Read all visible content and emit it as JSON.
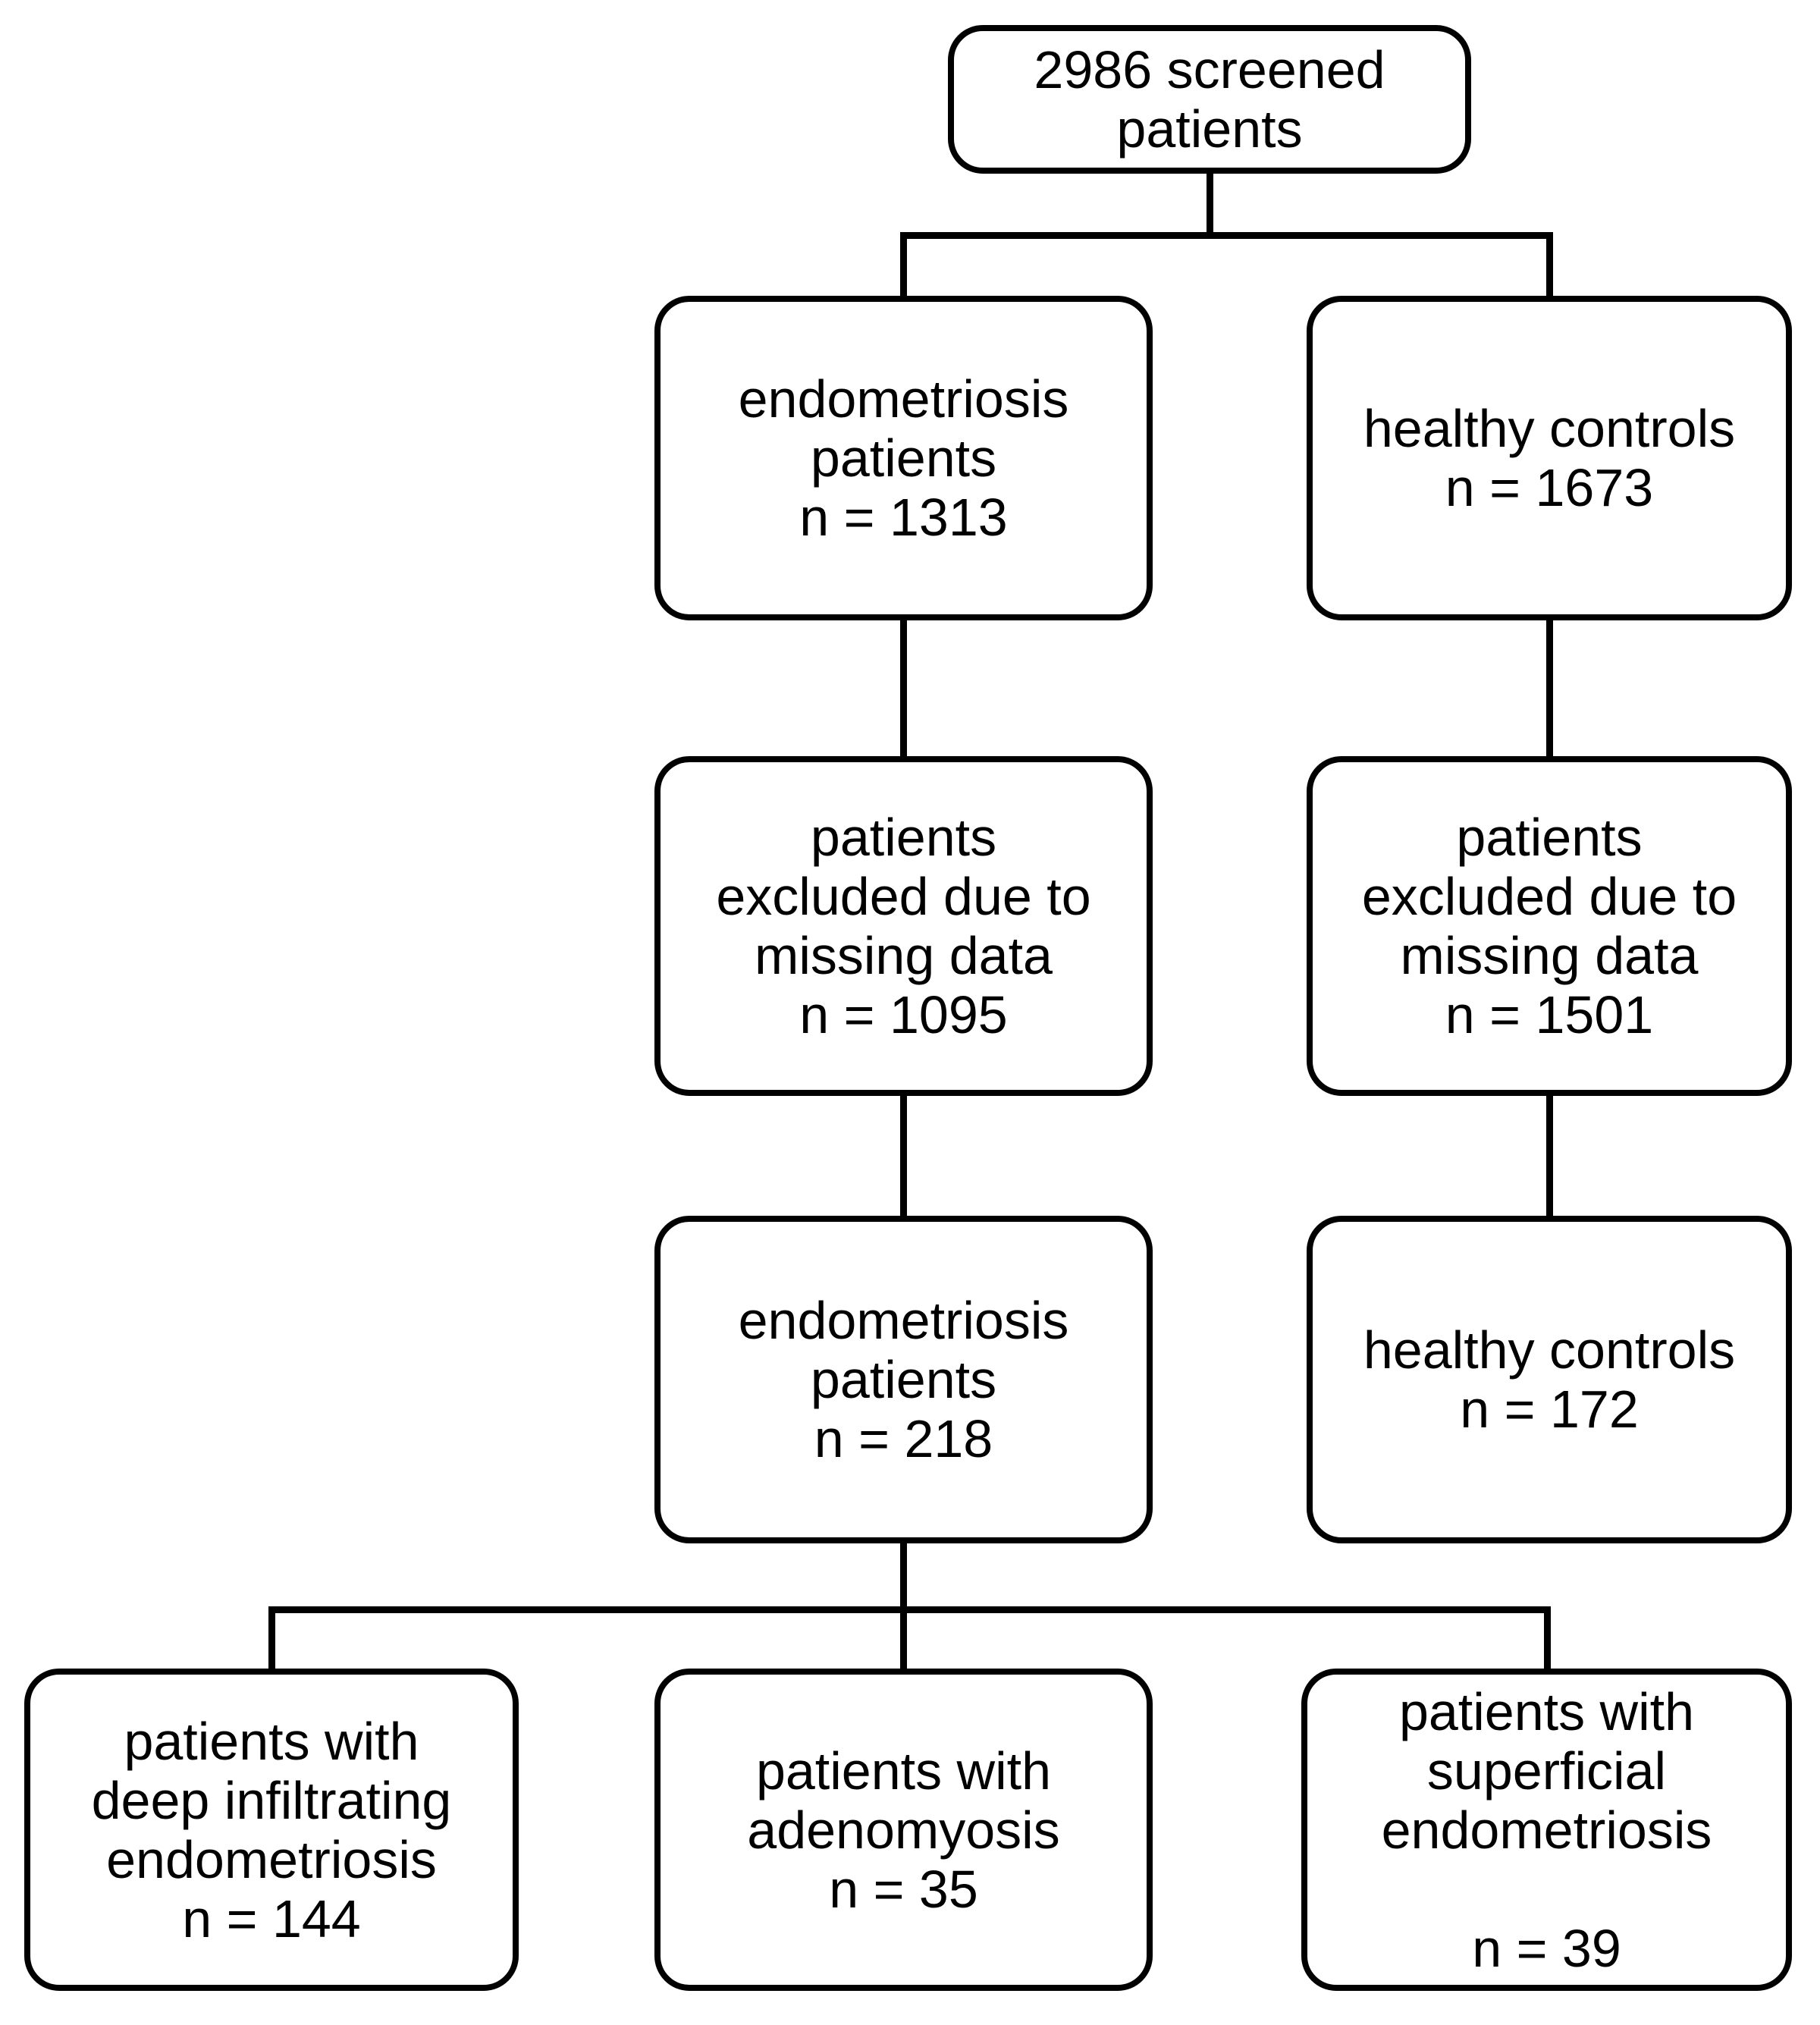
{
  "flowchart": {
    "colors": {
      "ink": "#000000",
      "background": "#ffffff"
    },
    "boxes": {
      "screened": {
        "lines": [
          "2986 screened",
          "patients"
        ]
      },
      "endo_initial": {
        "lines": [
          "endometriosis",
          "patients",
          "n = 1313"
        ]
      },
      "controls_initial": {
        "lines": [
          "healthy controls",
          "n = 1673"
        ]
      },
      "endo_excluded": {
        "lines": [
          "patients",
          "excluded due to",
          "missing data",
          "n = 1095"
        ]
      },
      "controls_excluded": {
        "lines": [
          "patients",
          "excluded due to",
          "missing data",
          "n = 1501"
        ]
      },
      "endo_final": {
        "lines": [
          "endometriosis",
          "patients",
          "n = 218"
        ]
      },
      "controls_final": {
        "lines": [
          "healthy controls",
          "n = 172"
        ]
      },
      "deep_infiltrating": {
        "lines": [
          "patients with",
          "deep infiltrating",
          "endometriosis",
          "n = 144"
        ]
      },
      "adenomyosis": {
        "lines": [
          "patients with",
          "adenomyosis",
          "n = 35"
        ]
      },
      "superficial": {
        "lines": [
          "patients with",
          "superficial",
          "endometriosis",
          "",
          "n = 39"
        ]
      }
    },
    "counts": {
      "screened": 2986,
      "endometriosis_initial": 1313,
      "healthy_controls_initial": 1673,
      "endometriosis_excluded_missing_data": 1095,
      "healthy_controls_excluded_missing_data": 1501,
      "endometriosis_final": 218,
      "healthy_controls_final": 172,
      "deep_infiltrating_endometriosis": 144,
      "adenomyosis": 35,
      "superficial_endometriosis": 39
    }
  }
}
